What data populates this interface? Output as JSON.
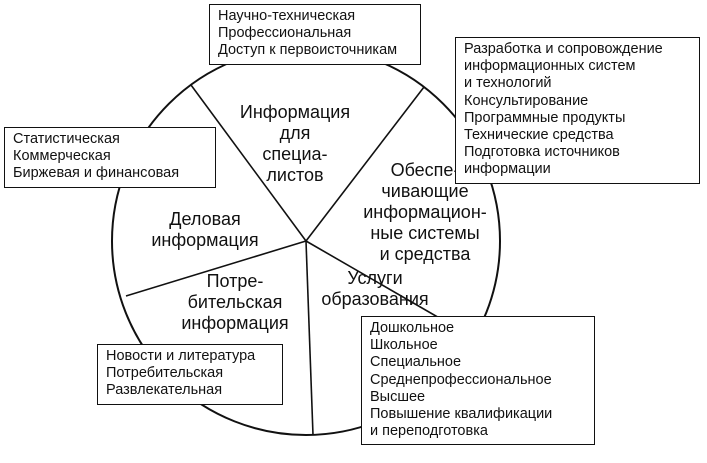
{
  "segments": {
    "specialists": [
      "Информация",
      "для",
      "специа-",
      "листов"
    ],
    "systems": [
      "Обеспе-",
      "чивающие",
      "информацион-",
      "ные системы",
      "и средства"
    ],
    "education": [
      "Услуги",
      "образования"
    ],
    "consumer": [
      "Потре-",
      "бительская",
      "информация"
    ],
    "business": [
      "Деловая",
      "информация"
    ]
  },
  "boxes": {
    "specialists": [
      "Научно-техническая",
      "Профессиональная",
      "Доступ к первоисточникам"
    ],
    "systems": [
      "Разработка и сопровождение",
      "информационных систем",
      "и технологий",
      "Консультирование",
      "Программные продукты",
      "Технические средства",
      "Подготовка источников",
      "информации"
    ],
    "education": [
      "Дошкольное",
      "Школьное",
      "Специальное",
      "Среднепрофессиональное",
      "Высшее",
      "Повышение квалификации",
      "и переподготовка"
    ],
    "consumer": [
      "Новости и литература",
      "Потребительская",
      "Развлекательная"
    ],
    "business": [
      "Статистическая",
      "Коммерческая",
      "Биржевая и финансовая"
    ]
  },
  "colors": {
    "line": "#111111",
    "background": "#ffffff"
  }
}
